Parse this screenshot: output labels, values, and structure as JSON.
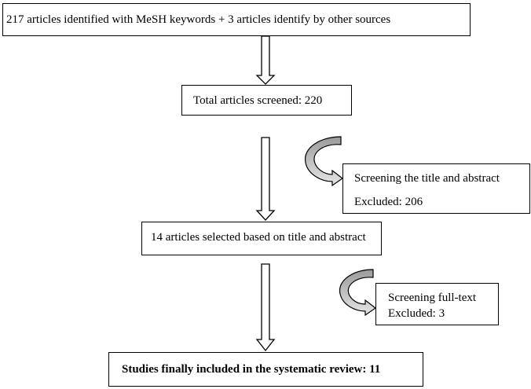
{
  "flow": {
    "identified": "217 articles identified with MeSH keywords + 3 articles identify by other sources",
    "screened": "Total articles screened: 220",
    "exclusion1": {
      "reason": "Screening the title and abstract",
      "excluded": "Excluded: 206"
    },
    "selected": "14 articles selected based on title and abstract",
    "exclusion2": {
      "reason": "Screening full-text",
      "excluded": "Excluded: 3"
    },
    "included": "Studies finally included in the systematic review: 11"
  }
}
